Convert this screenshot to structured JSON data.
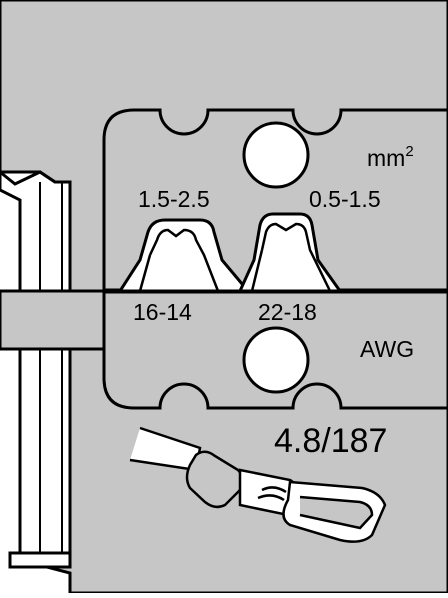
{
  "die": {
    "metric_unit": "mm",
    "metric_unit_exponent": "2",
    "metric_left": "1.5-2.5",
    "metric_right": "0.5-1.5",
    "awg_left": "16-14",
    "awg_right": "22-18",
    "awg_unit": "AWG"
  },
  "terminal": {
    "size_label": "4.8/187"
  },
  "colors": {
    "fill": "#c6c6c6",
    "stroke": "#000000",
    "background": "#ffffff"
  }
}
